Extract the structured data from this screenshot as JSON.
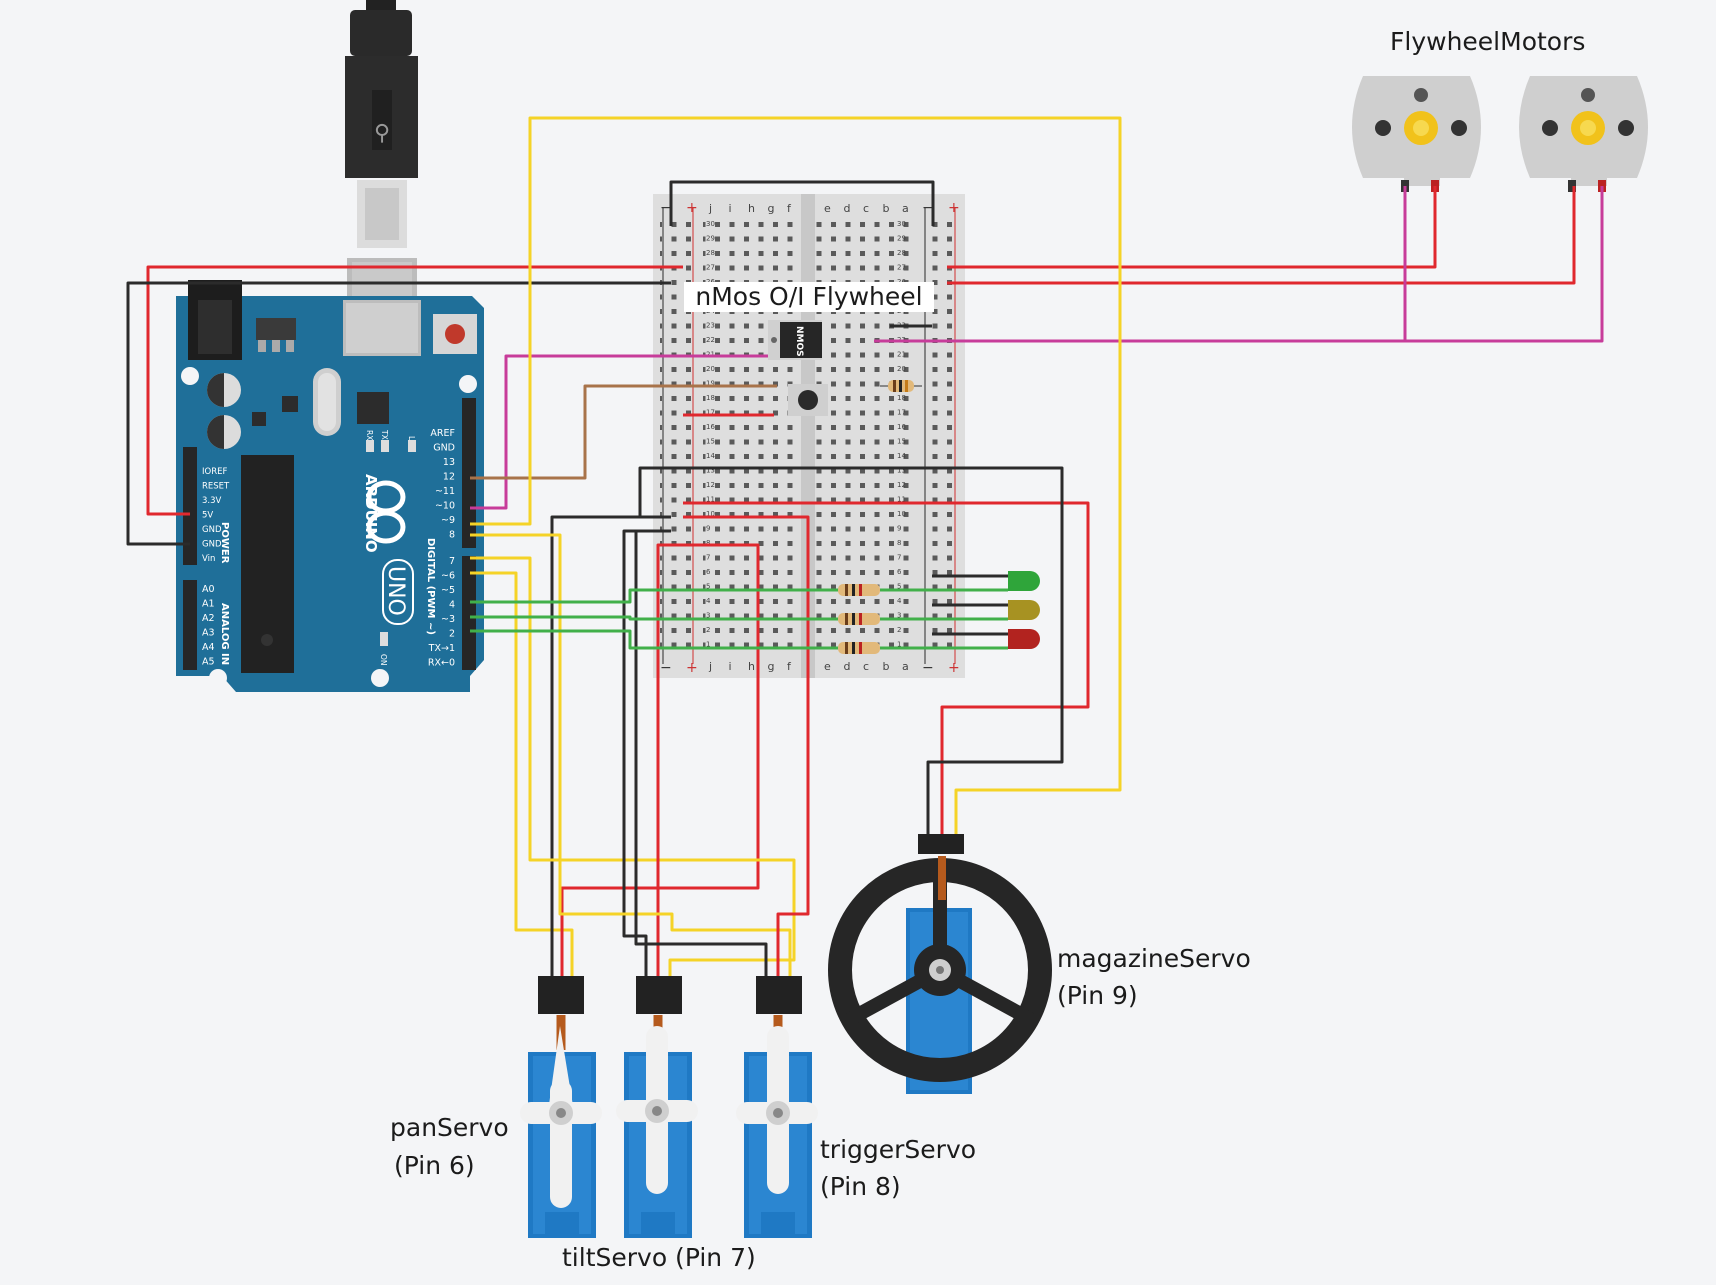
{
  "labels": {
    "flywheel_motors": "FlywheelMotors",
    "nmos_banner": "nMos O/I Flywheel",
    "pan_servo_name": "panServo",
    "pan_servo_pin": "(Pin 6)",
    "tilt_servo": "tiltServo (Pin 7)",
    "trigger_servo_name": "triggerServo",
    "trigger_servo_pin": "(Pin 8)",
    "magazine_servo_name": "magazineServo",
    "magazine_servo_pin": "(Pin 9)"
  },
  "arduino": {
    "brand": "ARDUINO",
    "model": "UNO",
    "power_header": [
      "IOREF",
      "RESET",
      "3.3V",
      "5V",
      "GND",
      "GND",
      "Vin"
    ],
    "power_title": "POWER",
    "analog_header": [
      "A0",
      "A1",
      "A2",
      "A3",
      "A4",
      "A5"
    ],
    "analog_title": "ANALOG IN",
    "digital_upper": [
      "AREF",
      "GND",
      "13",
      "12",
      "~11",
      "~10",
      "~9",
      "8"
    ],
    "digital_lower": [
      "7",
      "~6",
      "~5",
      "4",
      "~3",
      "2",
      "TX→1",
      "RX←0"
    ],
    "digital_title": "DIGITAL (PWM ~)",
    "leds": [
      "RX",
      "TX",
      "L"
    ],
    "on_label": "ON"
  },
  "breadboard": {
    "cols_left": [
      "j",
      "i",
      "h",
      "g",
      "f"
    ],
    "cols_right": [
      "e",
      "d",
      "c",
      "b",
      "a"
    ],
    "row_count": 30,
    "rail_minus": "−",
    "rail_plus": "+",
    "mosfet_label": "NMOS"
  },
  "colors": {
    "wire_red": "#e0282e",
    "wire_black": "#2b2b2b",
    "wire_yellow": "#f5d327",
    "wire_magenta": "#c73c9a",
    "wire_green": "#41b04a",
    "wire_brown": "#a8734a",
    "arduino_blue": "#1f6f99",
    "servo_blue": "#1f79c4",
    "led_green": "#2fa53a",
    "led_yellow": "#a79222",
    "led_red": "#b2231f"
  }
}
